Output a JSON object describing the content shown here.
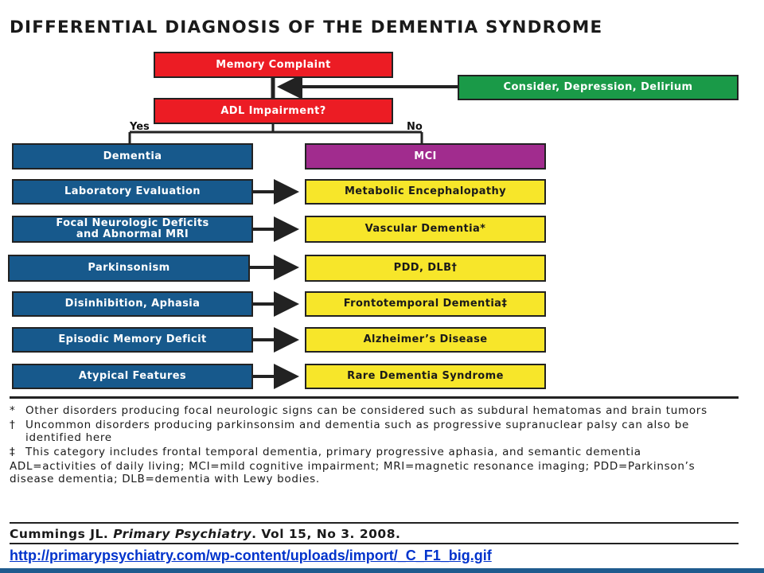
{
  "title": "DIFFERENTIAL DIAGNOSIS OF THE DEMENTIA SYNDROME",
  "colors": {
    "red": "#ec1c24",
    "green": "#1a9a48",
    "blue": "#17598c",
    "purple": "#a12c8e",
    "yellow": "#f7e62a",
    "link": "#0033cc"
  },
  "flow": {
    "memory_complaint": "Memory Complaint",
    "consider": "Consider, Depression, Delirium",
    "adl": "ADL Impairment?",
    "yes": "Yes",
    "no": "No",
    "dementia": "Dementia",
    "mci": "MCI",
    "rows": [
      {
        "left": "Laboratory Evaluation",
        "right": "Metabolic Encephalopathy"
      },
      {
        "left": "Focal Neurologic Deficits",
        "left2": "and Abnormal MRI",
        "right": "Vascular Dementia*"
      },
      {
        "left": "Parkinsonism",
        "right": "PDD, DLB†"
      },
      {
        "left": "Disinhibition, Aphasia",
        "right": "Frontotemporal Dementia‡"
      },
      {
        "left": "Episodic Memory Deficit",
        "right": "Alzheimer’s Disease"
      },
      {
        "left": "Atypical Features",
        "right": "Rare Dementia Syndrome"
      }
    ]
  },
  "notes": [
    {
      "mark": "*",
      "text": "Other disorders producing focal neurologic signs can be considered such as subdural hematomas and brain tumors"
    },
    {
      "mark": "†",
      "text": "Uncommon disorders producing parkinsonsim and dementia such as progressive supranuclear palsy can also be identified here"
    },
    {
      "mark": "‡",
      "text": "This category includes frontal temporal dementia, primary progressive aphasia, and semantic dementia"
    }
  ],
  "abbreviations": "ADL=activities of daily living; MCI=mild cognitive impairment; MRI=magnetic resonance imaging; PDD=Parkinson’s disease dementia; DLB=dementia with Lewy bodies.",
  "citation": {
    "author": "Cummings JL.",
    "journal": "Primary Psychiatry",
    "rest": ". Vol 15, No 3. 2008."
  },
  "url": "http://primarypsychiatry.com/wp-content/uploads/import/_C_F1_big.gif"
}
